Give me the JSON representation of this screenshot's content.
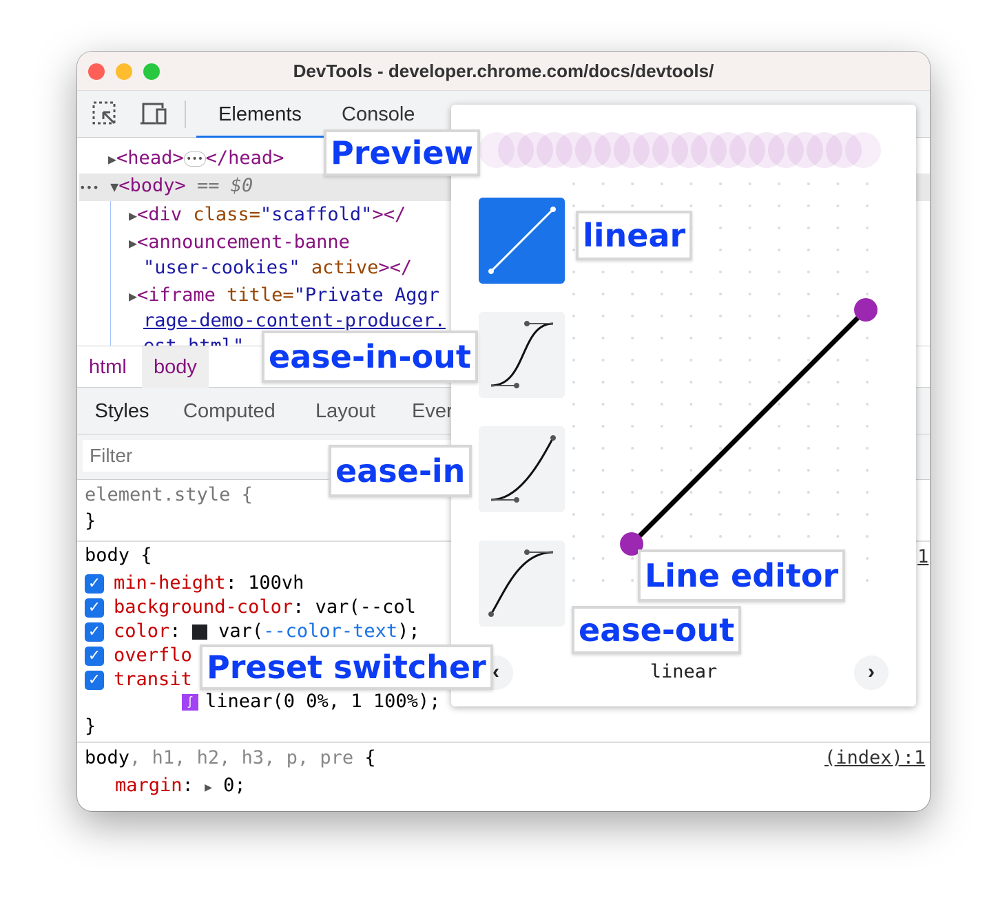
{
  "window": {
    "title": "DevTools - developer.chrome.com/docs/devtools/"
  },
  "toolbar": {
    "tabs": [
      "Elements",
      "Console"
    ]
  },
  "tree": {
    "head_open": "<head>",
    "head_close": "</head>",
    "body": "<body>",
    "body_eq": "== $0",
    "div_tag": "<div",
    "div_attr": " class=",
    "div_val": "\"scaffold\"",
    "div_close": "></",
    "ann_tag": "<announcement-banne",
    "ann_val": "\"user-cookies\"",
    "ann_attr": " active",
    "ann_close": "></",
    "iframe_tag": "<iframe",
    "iframe_attr": " title=",
    "iframe_val": "\"Private Aggr",
    "iframe_link": "rage-demo-content-producer.",
    "partial_link": "est.html\""
  },
  "breadcrumbs": [
    "html",
    "body"
  ],
  "subtabs": [
    "Styles",
    "Computed",
    "Layout",
    "Ever"
  ],
  "filter": {
    "placeholder": "Filter"
  },
  "styles": {
    "element_style": "element.style {",
    "close": "}",
    "body_sel": "body {",
    "props": [
      {
        "name": "min-height",
        "value": "100vh"
      },
      {
        "name": "background-color",
        "value": "var(--col"
      },
      {
        "name": "color",
        "value": "var(",
        "var": "--color-text",
        "end": ");"
      },
      {
        "name": "overflo",
        "value": ""
      },
      {
        "name": "transit",
        "value": ""
      }
    ],
    "transition_value": "linear(0 0%, 1 100%);",
    "rule2_sel": "body",
    "rule2_rest": ", h1, h2, h3, p, pre",
    "rule2_brace": " {",
    "rule2_prop": "margin",
    "rule2_val": "0;",
    "source": "(index):1",
    "source_partial": "1"
  },
  "editor": {
    "presets": [
      "linear",
      "ease-in-out",
      "ease-in",
      "ease-out"
    ],
    "selected_preset": "linear",
    "current": "linear",
    "accent": "#1a73e8",
    "point_color": "#9c27b0",
    "line_points": [
      [
        0,
        0
      ],
      [
        1,
        1
      ]
    ]
  },
  "callouts": {
    "preview": "Preview",
    "linear": "linear",
    "ease_in_out": "ease-in-out",
    "ease_in": "ease-in",
    "ease_out": "ease-out",
    "preset_switcher": "Preset switcher",
    "line_editor": "Line editor"
  }
}
